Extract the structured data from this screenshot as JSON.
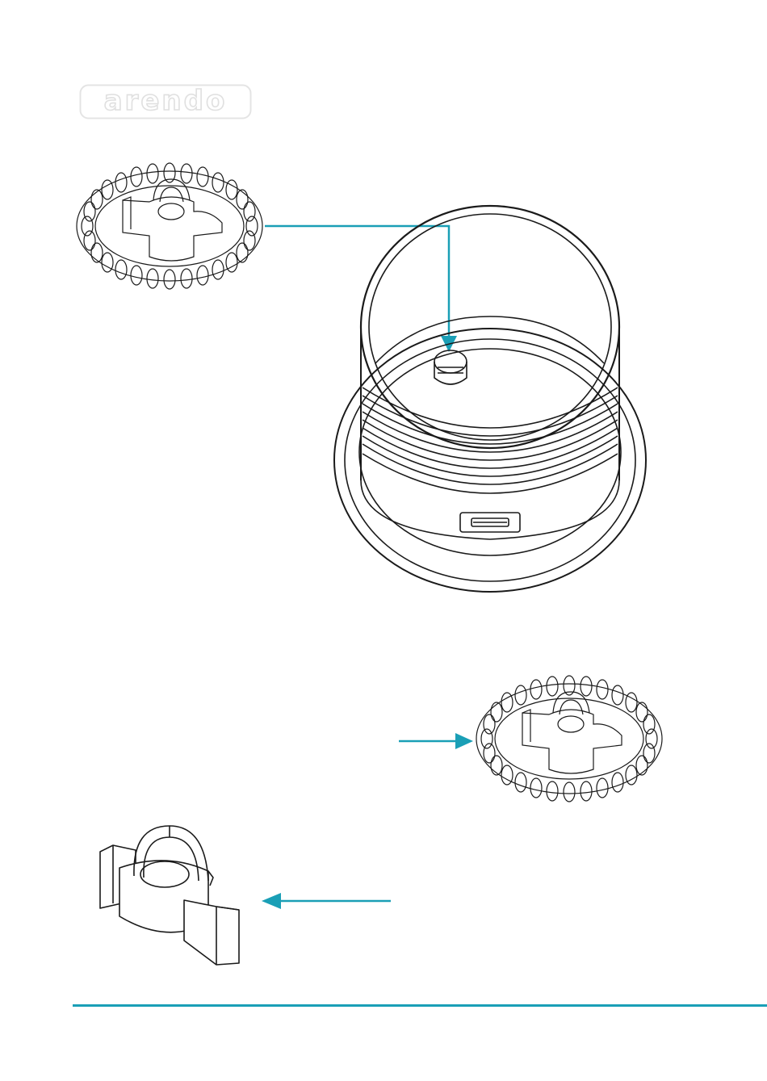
{
  "brand": {
    "logo_text": "arendo"
  },
  "illustrations": {
    "accent_color": "#1a9fb6",
    "line_color": "#1a1a1a",
    "items": [
      "spring-clip-ring",
      "desk-grommet",
      "spring-clip-ring",
      "clip-latch"
    ]
  }
}
